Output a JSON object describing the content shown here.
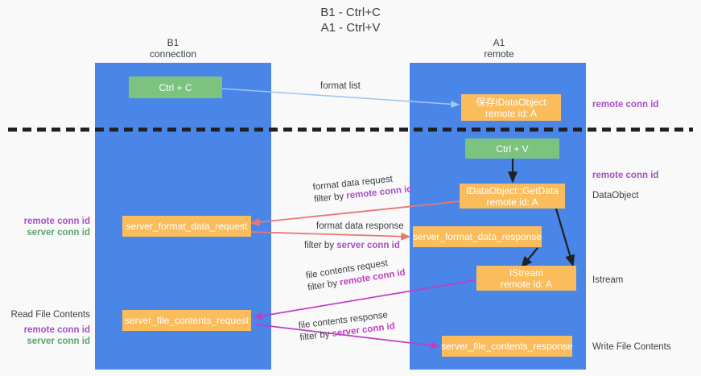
{
  "title": "B1 - Ctrl+C\nA1 - Ctrl+V",
  "columns": [
    {
      "name": "left-lane",
      "label": "B1\nconnection"
    },
    {
      "name": "right-lane",
      "label": "A1\nremote"
    }
  ],
  "boxes": {
    "ctrl_c": "Ctrl + C",
    "ctrl_v": "Ctrl + V",
    "save_idataobject": "保存IDataObject\nremote id: A",
    "idataobject_getdata": "IDataObject::GetData\nremote id: A",
    "istream": "IStream\nremote id: A",
    "server_format_data_request": "server_format_data_request",
    "server_format_data_response": "server_format_data_response",
    "server_file_contents_request": "server_file_contents_request",
    "server_file_contents_response": "server_file_contents_response"
  },
  "edges": {
    "format_list": "format list",
    "format_data_request": "format data request",
    "format_data_request_filter_prefix": "filter by ",
    "format_data_request_filter_key": "remote conn id",
    "format_data_response": "format data response",
    "format_data_response_filter_prefix": "filter by ",
    "format_data_response_filter_key": "server conn id",
    "file_contents_request": "file contents request",
    "file_contents_request_filter_prefix": "filter by ",
    "file_contents_request_filter_key": "remote conn id",
    "file_contents_response": "file contents response",
    "file_contents_response_filter_prefix": "filter by ",
    "file_contents_response_filter_key": "server conn id"
  },
  "annotations": {
    "right_remote_conn_id_top": "remote conn id",
    "right_remote_conn_id_mid": "remote conn id",
    "right_dataobject": "DataObject",
    "right_istream": "Istream",
    "right_write_file_contents": "Write File Contents",
    "left_remote_conn_id": "remote conn id",
    "left_server_conn_id": "server conn id",
    "left_read_file_contents": "Read File Contents",
    "left_remote_conn_id_2": "remote conn id",
    "left_server_conn_id_2": "server conn id"
  },
  "colors": {
    "lane": "#4a86e8",
    "green_box": "#7bc37e",
    "orange_box": "#fbbc5c",
    "purple": "#a64fc4",
    "green_text": "#5aa469",
    "magenta": "#c13ec1",
    "blue_arrow": "#9fc5f0",
    "red_arrow": "#e8786f",
    "black": "#202124",
    "background": "#f9f9fa"
  }
}
